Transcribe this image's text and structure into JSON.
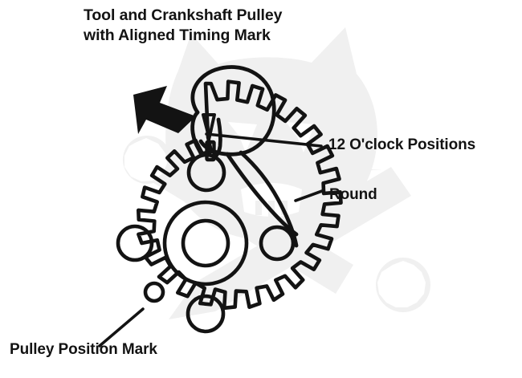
{
  "figure": {
    "title_line_1": "Tool and Crankshaft Pulley",
    "title_line_2": "with Aligned Timing Mark",
    "background_color": "#ffffff",
    "ink_color": "#131313",
    "watermark_color": "#f0f0f0"
  },
  "callouts": {
    "twelve_oclock": "12 O'clock Positions",
    "round": "Round",
    "pulley_position_mark": "Pulley Position Mark"
  },
  "parts": {
    "pulley_name": "crankshaft-pulley",
    "tool_name": "timing-tool",
    "arrow_name": "direction-arrow",
    "tool_pointer_name": "tool-triangle-mark",
    "pulley_mark_name": "pulley-timing-slot"
  }
}
